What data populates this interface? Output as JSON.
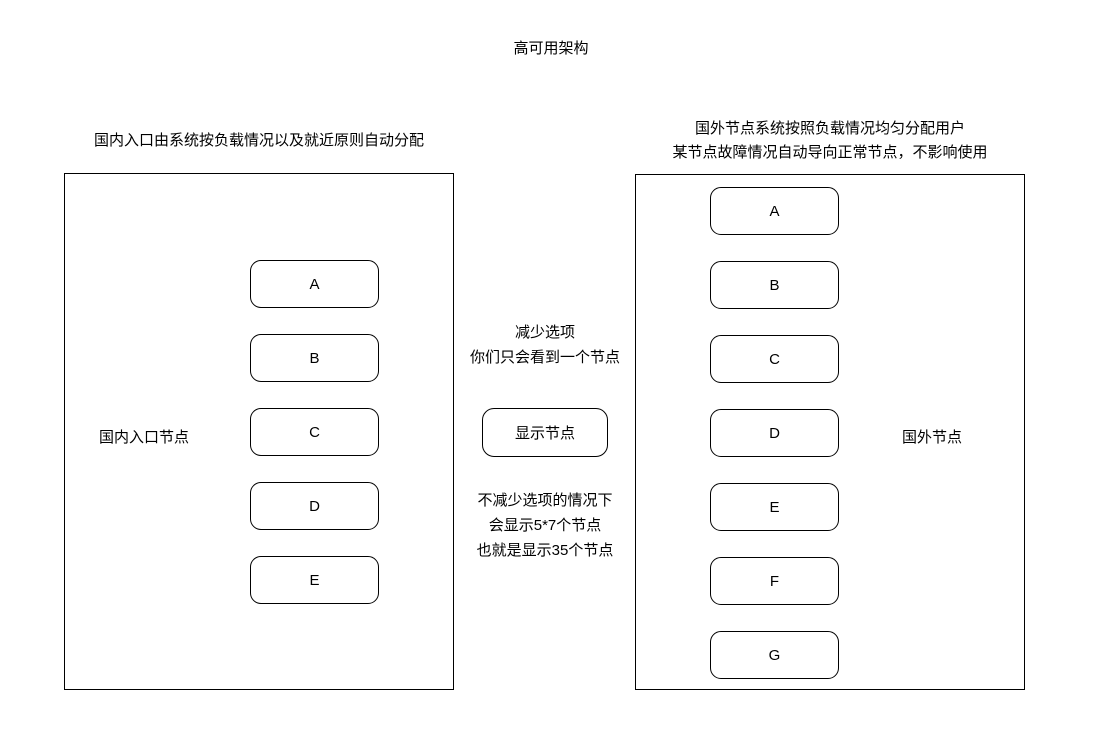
{
  "title": "高可用架构",
  "left_panel": {
    "heading": "国内入口由系统按负载情况以及就近原则自动分配",
    "label": "国内入口节点",
    "nodes": [
      "A",
      "B",
      "C",
      "D",
      "E"
    ]
  },
  "right_panel": {
    "heading_lines": [
      "国外节点系统按照负载情况均匀分配用户",
      "某节点故障情况自动导向正常节点，不影响使用"
    ],
    "label": "国外节点",
    "nodes": [
      "A",
      "B",
      "C",
      "D",
      "E",
      "F",
      "G"
    ]
  },
  "middle": {
    "note_top_lines": [
      "减少选项",
      "你们只会看到一个节点"
    ],
    "display_box_label": "显示节点",
    "note_bottom_lines": [
      "不减少选项的情况下",
      "会显示5*7个节点",
      "也就是显示35个节点"
    ]
  },
  "colors": {
    "stroke": "#000000",
    "text": "#000000",
    "background": "#ffffff"
  }
}
